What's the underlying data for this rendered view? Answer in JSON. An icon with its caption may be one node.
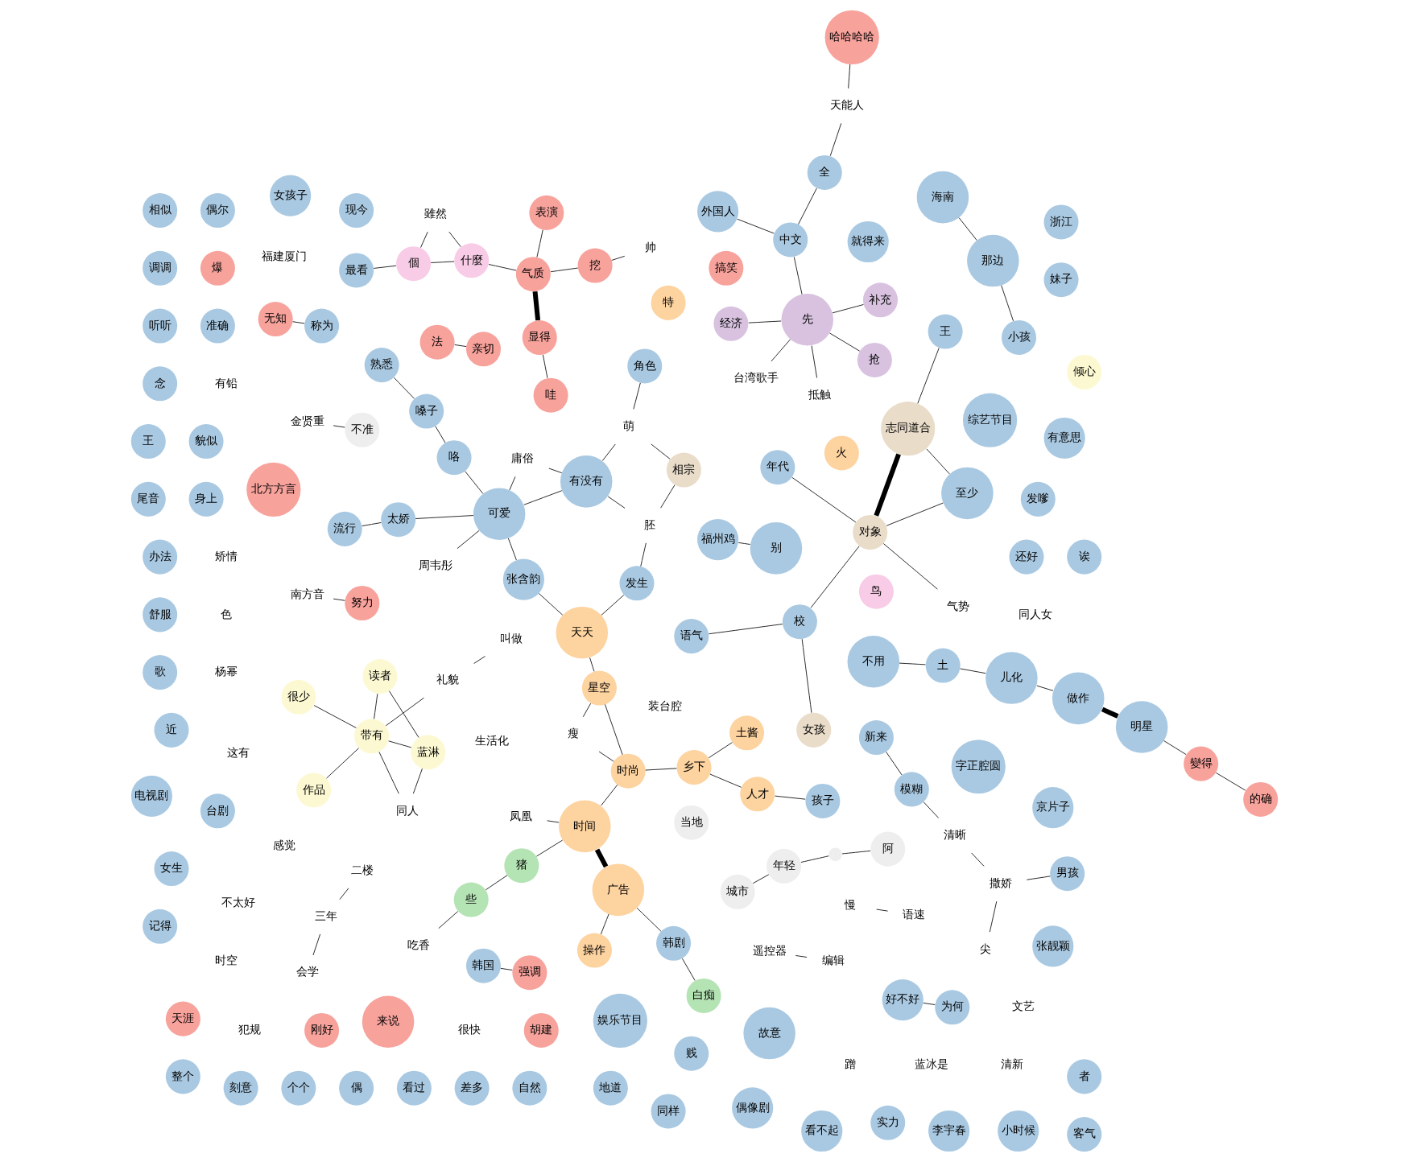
{
  "diagram": {
    "nodes": [
      {
        "text": [
          "吃香"
        ]
      },
      {
        "text": [
          "些"
        ]
      },
      {
        "text": [
          "猪"
        ]
      },
      {
        "text": [
          "瘦"
        ]
      },
      {
        "text": [
          "星空"
        ]
      },
      {
        "text": [],
        "shape": "circle"
      },
      {
        "text": [
          "阿"
        ]
      },
      {
        "text": [
          "城市"
        ]
      },
      {
        "text": [
          "三年"
        ]
      },
      {
        "text": [
          "金贤重"
        ]
      },
      {
        "text": [
          "二楼"
        ]
      },
      {
        "text": [
          "不准"
        ]
      },
      {
        "text": [
          "凤凰"
        ]
      },
      {
        "text": [
          "会学"
        ]
      },
      {
        "text": [
          "年轻"
        ]
      },
      {
        "text": [
          "时间"
        ]
      },
      {
        "text": [
          "操作"
        ]
      },
      {
        "text": [
          "广告"
        ]
      },
      {
        "text": [
          "韩剧"
        ]
      },
      {
        "text": [
          "当地"
        ]
      },
      {
        "text": [
          "时尚"
        ]
      },
      {
        "text": [
          "乡下"
        ]
      },
      {
        "text": [
          "土酱"
        ]
      },
      {
        "text": [
          "什麼"
        ]
      },
      {
        "text": [
          "雖然"
        ]
      },
      {
        "text": [
          "個"
        ]
      },
      {
        "text": [
          "表演"
        ]
      },
      {
        "text": [
          "装台腔"
        ]
      },
      {
        "text": [
          "帅"
        ]
      },
      {
        "text": [
          "南方音"
        ]
      },
      {
        "text": [
          "努力"
        ]
      },
      {
        "text": [
          "生活化"
        ]
      },
      {
        "text": [
          "法"
        ]
      },
      {
        "text": [
          "白痴"
        ]
      },
      {
        "text": [
          "最看"
        ]
      },
      {
        "text": [
          "感觉"
        ]
      },
      {
        "text": [
          "韩国"
        ]
      },
      {
        "text": [
          "强调"
        ]
      },
      {
        "text": [
          "犯规"
        ]
      },
      {
        "text": [
          "火"
        ]
      },
      {
        "text": [
          "鸟"
        ]
      },
      {
        "text": [
          "天天"
        ]
      },
      {
        "text": [
          "很快"
        ]
      },
      {
        "text": [
          "特"
        ]
      },
      {
        "text": [
          "人才"
        ]
      },
      {
        "text": [
          "孩子"
        ]
      },
      {
        "text": [
          "刚好"
        ]
      },
      {
        "text": [
          "发生"
        ]
      },
      {
        "text": [
          "这有"
        ]
      },
      {
        "text": [
          "胡建"
        ]
      },
      {
        "text": [
          "亲切"
        ]
      },
      {
        "text": [
          "不太好"
        ]
      },
      {
        "text": [
          "挖"
        ]
      },
      {
        "text": [
          "變得"
        ]
      },
      {
        "text": [
          "的确"
        ]
      },
      {
        "text": [
          "来说"
        ]
      },
      {
        "text": [
          "无知"
        ]
      },
      {
        "text": [
          "称为"
        ]
      },
      {
        "text": [
          "哈哈哈哈"
        ]
      },
      {
        "text": [
          "显得"
        ]
      },
      {
        "text": [
          "气质"
        ]
      },
      {
        "text": [
          "明星"
        ]
      },
      {
        "text": [
          "北方方言"
        ]
      },
      {
        "text": [
          "贱"
        ]
      },
      {
        "text": [
          "搞笑"
        ]
      },
      {
        "text": [
          "天能人"
        ]
      },
      {
        "text": [
          "福州鸡"
        ]
      },
      {
        "text": [
          "抵触"
        ]
      },
      {
        "text": [
          "哇"
        ]
      },
      {
        "text": [
          "爆"
        ]
      },
      {
        "text": [
          "别"
        ]
      },
      {
        "text": [
          "全"
        ]
      },
      {
        "text": [
          "准确"
        ]
      },
      {
        "text": [
          "有铅"
        ]
      },
      {
        "text": [
          "台剧"
        ]
      },
      {
        "text": [
          "矫情"
        ]
      },
      {
        "text": [
          "就得来"
        ]
      },
      {
        "text": [
          "貌似"
        ]
      },
      {
        "text": [
          "海南"
        ]
      },
      {
        "text": [
          "身上"
        ]
      },
      {
        "text": [
          "那边"
        ]
      },
      {
        "text": [
          "还好"
        ]
      },
      {
        "text": [
          "小孩"
        ]
      },
      {
        "text": [
          "地道"
        ]
      },
      {
        "text": [
          "发嗲"
        ]
      },
      {
        "text": [
          "天涯"
        ]
      },
      {
        "text": [
          "整个"
        ]
      },
      {
        "text": [
          "刻意"
        ]
      },
      {
        "text": [
          "个个"
        ]
      },
      {
        "text": [
          "字正腔圆"
        ]
      },
      {
        "text": [
          "偶"
        ]
      },
      {
        "text": [
          "做作"
        ]
      },
      {
        "text": [
          "儿化"
        ]
      },
      {
        "text": [
          "土"
        ]
      },
      {
        "text": [
          "不用"
        ]
      },
      {
        "text": [
          "张靓颖"
        ]
      },
      {
        "text": [
          "看过"
        ]
      },
      {
        "text": [
          "差多"
        ]
      },
      {
        "text": [
          "自然"
        ]
      },
      {
        "text": [
          "京片子"
        ]
      },
      {
        "text": [
          "娱乐节目"
        ]
      },
      {
        "text": [
          "偶像剧"
        ]
      },
      {
        "text": [
          "语气"
        ]
      },
      {
        "text": [
          "近"
        ]
      },
      {
        "text": [
          "女生"
        ]
      },
      {
        "text": [
          "有意思"
        ]
      },
      {
        "text": [
          "故意"
        ]
      },
      {
        "text": [
          "同样"
        ]
      },
      {
        "text": [
          "妹子"
        ]
      },
      {
        "text": [
          "可爱"
        ]
      },
      {
        "text": [
          "浙江"
        ]
      },
      {
        "text": [
          "流行"
        ]
      },
      {
        "text": [
          "好不好"
        ]
      },
      {
        "text": [
          "色"
        ]
      },
      {
        "text": [
          "现今"
        ]
      },
      {
        "text": [
          "角色"
        ]
      },
      {
        "text": [
          "偶尔"
        ]
      },
      {
        "text": [
          "相似"
        ]
      },
      {
        "text": [
          "调调"
        ]
      },
      {
        "text": [
          "听听"
        ]
      },
      {
        "text": [
          "念"
        ]
      },
      {
        "text": [
          "杨幂"
        ]
      },
      {
        "text": [
          "女孩子"
        ]
      },
      {
        "text": [
          "至少"
        ]
      },
      {
        "text": [
          "校"
        ]
      },
      {
        "text": [
          "综艺节目"
        ]
      },
      {
        "text": [
          "年代"
        ]
      },
      {
        "text": [
          "王"
        ]
      },
      {
        "text": [
          "办法"
        ]
      },
      {
        "text": [
          "舒服"
        ]
      },
      {
        "text": [
          "电视剧"
        ]
      },
      {
        "text": [
          "歌"
        ]
      },
      {
        "text": [
          "记得"
        ]
      },
      {
        "text": [
          "看不起"
        ]
      },
      {
        "text": [
          "时空"
        ]
      },
      {
        "text": [
          "实力"
        ]
      },
      {
        "text": [
          "李宇春"
        ]
      },
      {
        "text": [
          "小时候"
        ]
      },
      {
        "text": [
          "王"
        ]
      },
      {
        "text": [
          "尾音"
        ]
      },
      {
        "text": [
          "客气"
        ]
      },
      {
        "text": [
          "志同道合"
        ]
      },
      {
        "text": [
          "对象"
        ]
      },
      {
        "text": [
          "气势"
        ]
      },
      {
        "text": [
          "清晰"
        ]
      },
      {
        "text": [
          "模糊"
        ]
      },
      {
        "text": [
          "撒娇"
        ]
      },
      {
        "text": [
          "新来"
        ]
      },
      {
        "text": [
          "蹭"
        ]
      },
      {
        "text": [
          "尖"
        ]
      },
      {
        "text": [
          "男孩"
        ]
      },
      {
        "text": [
          "很少"
        ]
      },
      {
        "text": [
          "慢"
        ]
      },
      {
        "text": [
          "语速"
        ]
      },
      {
        "text": [
          "遥控器"
        ]
      },
      {
        "text": [
          "编辑"
        ]
      },
      {
        "text": [
          "女孩"
        ]
      },
      {
        "text": [
          "者"
        ]
      },
      {
        "text": [
          "诶"
        ]
      },
      {
        "text": [
          "蓝冰是"
        ]
      },
      {
        "text": [
          "带有"
        ]
      },
      {
        "text": [
          "同人"
        ]
      },
      {
        "text": [
          "读者"
        ]
      },
      {
        "text": [
          "蓝淋"
        ]
      },
      {
        "text": [
          "礼貌"
        ]
      },
      {
        "text": [
          "作品"
        ]
      },
      {
        "text": [
          "倾心"
        ]
      },
      {
        "text": [
          "清新"
        ]
      },
      {
        "text": [
          "文艺"
        ]
      },
      {
        "text": [
          "福建厦门"
        ]
      },
      {
        "text": [
          "同人女"
        ]
      },
      {
        "text": [
          "叫做"
        ]
      },
      {
        "text": [
          "先"
        ]
      },
      {
        "text": [
          "经济"
        ]
      },
      {
        "text": [
          "外国人"
        ]
      },
      {
        "text": [
          "中文"
        ]
      },
      {
        "text": [
          "台湾歌手"
        ]
      },
      {
        "text": [
          "补充"
        ]
      },
      {
        "text": [
          "抢"
        ]
      },
      {
        "text": [
          "熟悉"
        ]
      },
      {
        "text": [
          "相宗"
        ]
      },
      {
        "text": [
          "嗓子"
        ]
      },
      {
        "text": [
          "庸俗"
        ]
      },
      {
        "text": [
          "胚"
        ]
      },
      {
        "text": [
          "张含韵"
        ]
      },
      {
        "text": [
          "咯"
        ]
      },
      {
        "text": [
          "周韦彤"
        ]
      },
      {
        "text": [
          "有没有"
        ]
      },
      {
        "text": [
          "太娇"
        ]
      },
      {
        "text": [
          "萌"
        ]
      },
      {
        "text": [
          "为何"
        ]
      }
    ],
    "edges": [
      {
        "from": 1,
        "to": 0,
        "arrow": "none"
      },
      {
        "from": 1,
        "to": 2,
        "arrow": "none"
      },
      {
        "from": 2,
        "to": 15,
        "arrow": "none"
      },
      {
        "from": 3,
        "to": 4,
        "arrow": "none"
      },
      {
        "from": 3,
        "to": 20,
        "arrow": "none"
      },
      {
        "from": 4,
        "to": 41,
        "arrow": "none"
      },
      {
        "from": 4,
        "to": 20,
        "arrow": "none"
      },
      {
        "from": 5,
        "to": 6,
        "arrow": "none"
      },
      {
        "from": 5,
        "to": 14,
        "arrow": "none"
      },
      {
        "from": 20,
        "to": 21,
        "arrow": "none"
      },
      {
        "from": 20,
        "to": 15,
        "arrow": "none"
      },
      {
        "from": 21,
        "to": 22,
        "arrow": "none"
      },
      {
        "from": 21,
        "to": 44,
        "arrow": "none"
      },
      {
        "from": 15,
        "to": 17,
        "arrow": "none",
        "style": "thick"
      },
      {
        "from": 16,
        "to": 17,
        "arrow": "none"
      },
      {
        "from": 17,
        "to": 18,
        "arrow": "none"
      },
      {
        "from": 18,
        "to": 33,
        "arrow": "none"
      },
      {
        "from": 23,
        "to": 25,
        "arrow": "none"
      },
      {
        "from": 23,
        "to": 24,
        "arrow": "none"
      },
      {
        "from": 24,
        "to": 25,
        "arrow": "none"
      },
      {
        "from": 25,
        "to": 34,
        "arrow": "none"
      },
      {
        "from": 23,
        "to": 60,
        "arrow": "none"
      },
      {
        "from": 26,
        "to": 60,
        "arrow": "none"
      },
      {
        "from": 28,
        "to": 52,
        "arrow": "none"
      },
      {
        "from": 52,
        "to": 60,
        "arrow": "none"
      },
      {
        "from": 53,
        "to": 54,
        "arrow": "none"
      },
      {
        "from": 53,
        "to": 61,
        "arrow": "none"
      },
      {
        "from": 56,
        "to": 57,
        "arrow": "none"
      },
      {
        "from": 58,
        "to": 65,
        "arrow": "none"
      },
      {
        "from": 65,
        "to": 71,
        "arrow": "none"
      },
      {
        "from": 71,
        "to": 175,
        "arrow": "none"
      },
      {
        "from": 175,
        "to": 172,
        "arrow": "none"
      },
      {
        "from": 172,
        "to": 176,
        "arrow": "none"
      },
      {
        "from": 172,
        "to": 177,
        "arrow": "none"
      },
      {
        "from": 172,
        "to": 173,
        "arrow": "none"
      },
      {
        "from": 172,
        "to": 178,
        "arrow": "none"
      },
      {
        "from": 172,
        "to": 67,
        "arrow": "none"
      },
      {
        "from": 68,
        "to": 59,
        "arrow": "none"
      },
      {
        "from": 175,
        "to": 174,
        "arrow": "none"
      },
      {
        "from": 41,
        "to": 47,
        "arrow": "none"
      },
      {
        "from": 41,
        "to": 184,
        "arrow": "none"
      },
      {
        "from": 47,
        "to": 183,
        "arrow": "none"
      },
      {
        "from": 183,
        "to": 180,
        "arrow": "none"
      },
      {
        "from": 183,
        "to": 187,
        "arrow": "none"
      },
      {
        "from": 182,
        "to": 187,
        "arrow": "none"
      },
      {
        "from": 187,
        "to": 189,
        "arrow": "none"
      },
      {
        "from": 180,
        "to": 189,
        "arrow": "none"
      },
      {
        "from": 189,
        "to": 115,
        "arrow": "none"
      },
      {
        "from": 179,
        "to": 181,
        "arrow": "none"
      },
      {
        "from": 181,
        "to": 185,
        "arrow": "none"
      },
      {
        "from": 109,
        "to": 188,
        "arrow": "none"
      },
      {
        "from": 109,
        "to": 186,
        "arrow": "none"
      },
      {
        "from": 109,
        "to": 187,
        "arrow": "none"
      },
      {
        "from": 109,
        "to": 184,
        "arrow": "none"
      },
      {
        "from": 109,
        "to": 185,
        "arrow": "none"
      },
      {
        "from": 109,
        "to": 182,
        "arrow": "none"
      },
      {
        "from": 188,
        "to": 111,
        "arrow": "none"
      },
      {
        "from": 190,
        "to": 112,
        "arrow": "none"
      },
      {
        "from": 142,
        "to": 141,
        "arrow": "none",
        "style": "thick"
      },
      {
        "from": 142,
        "to": 143,
        "arrow": "none"
      },
      {
        "from": 142,
        "to": 123,
        "arrow": "none"
      },
      {
        "from": 144,
        "to": 146,
        "arrow": "none"
      },
      {
        "from": 144,
        "to": 145,
        "arrow": "none"
      },
      {
        "from": 145,
        "to": 147,
        "arrow": "none"
      },
      {
        "from": 152,
        "to": 153,
        "arrow": "none"
      },
      {
        "from": 154,
        "to": 155,
        "arrow": "none"
      },
      {
        "from": 160,
        "to": 161,
        "arrow": "none"
      },
      {
        "from": 160,
        "to": 163,
        "arrow": "none"
      },
      {
        "from": 160,
        "to": 162,
        "arrow": "none"
      },
      {
        "from": 160,
        "to": 164,
        "arrow": "none"
      },
      {
        "from": 160,
        "to": 165,
        "arrow": "none"
      },
      {
        "from": 162,
        "to": 163,
        "arrow": "none"
      },
      {
        "from": 164,
        "to": 171,
        "arrow": "none"
      },
      {
        "from": 163,
        "to": 161,
        "arrow": "none"
      },
      {
        "from": 151,
        "to": 160,
        "arrow": "none"
      },
      {
        "from": 149,
        "to": 146,
        "arrow": "none"
      },
      {
        "from": 61,
        "to": 91,
        "arrow": "none",
        "style": "thick"
      },
      {
        "from": 91,
        "to": 92,
        "arrow": "none"
      },
      {
        "from": 78,
        "to": 80,
        "arrow": "none"
      },
      {
        "from": 80,
        "to": 82,
        "arrow": "none"
      },
      {
        "from": 45,
        "to": 44,
        "arrow": "none"
      },
      {
        "from": 50,
        "to": 32,
        "arrow": "none"
      },
      {
        "from": 36,
        "to": 37,
        "arrow": "none"
      },
      {
        "from": 124,
        "to": 142,
        "arrow": "none"
      },
      {
        "from": 126,
        "to": 142,
        "arrow": "none"
      },
      {
        "from": 102,
        "to": 124,
        "arrow": "none"
      },
      {
        "from": 123,
        "to": 141,
        "arrow": "none"
      },
      {
        "from": 8,
        "to": 10,
        "arrow": "none"
      },
      {
        "from": 8,
        "to": 13,
        "arrow": "none"
      },
      {
        "from": 7,
        "to": 14,
        "arrow": "none"
      },
      {
        "from": 9,
        "to": 11,
        "arrow": "none"
      },
      {
        "from": 29,
        "to": 30,
        "arrow": "none"
      },
      {
        "from": 12,
        "to": 15,
        "arrow": "none"
      },
      {
        "from": 60,
        "to": 59,
        "arrow": "none",
        "style": "thick"
      },
      {
        "from": 70,
        "to": 66,
        "arrow": "none"
      },
      {
        "from": 92,
        "to": 93,
        "arrow": "none"
      },
      {
        "from": 93,
        "to": 94,
        "arrow": "none"
      },
      {
        "from": 156,
        "to": 124,
        "arrow": "none"
      },
      {
        "from": 150,
        "to": 146,
        "arrow": "none"
      },
      {
        "from": 127,
        "to": 141,
        "arrow": "none"
      }
    ]
  }
}
